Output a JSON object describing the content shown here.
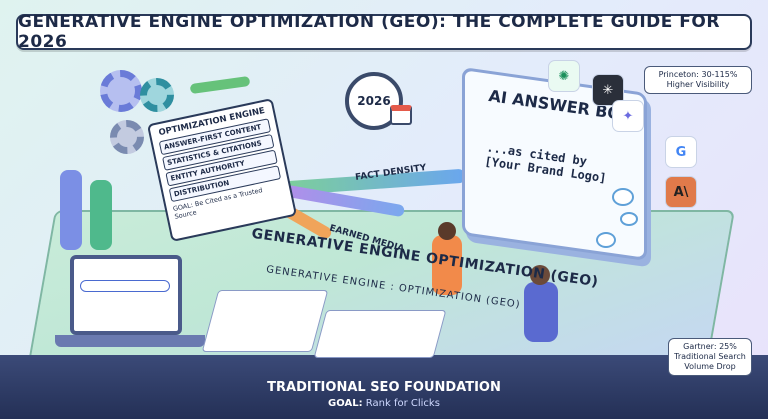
{
  "title": "GENERATIVE ENGINE OPTIMIZATION (GEO): THE COMPLETE GUIDE FOR 2026",
  "engine": {
    "title": "OPTIMIZATION ENGINE",
    "items": [
      "ANSWER-FIRST CONTENT",
      "STATISTICS & CITATIONS",
      "ENTITY AUTHORITY",
      "DISTRIBUTION"
    ],
    "goal": "GOAL: Be Cited as a Trusted Source"
  },
  "clock_year": "2026",
  "fact_density": "FACT DENSITY",
  "earned_media": "EARNED MEDIA",
  "answer_box": {
    "title": "AI ANSWER BOX",
    "text": "...as cited by [Your Brand Logo]"
  },
  "ai_icons": [
    "chatgpt-icon",
    "perplexity-icon",
    "gemini-icon",
    "google-icon",
    "anthropic-icon"
  ],
  "notes": {
    "princeton": "Princeton: 30-115% Higher Visibility",
    "gartner": "Gartner: 25% Traditional Search Volume Drop"
  },
  "platform": {
    "geo_main": "GENERATIVE ENGINE OPTIMIZATION (GEO)",
    "geo_sub": "GENERATIVE ENGINE : OPTIMIZATION (GEO)"
  },
  "foundation": {
    "title": "TRADITIONAL SEO FOUNDATION",
    "goal_label": "GOAL:",
    "goal_text": "Rank for Clicks"
  }
}
